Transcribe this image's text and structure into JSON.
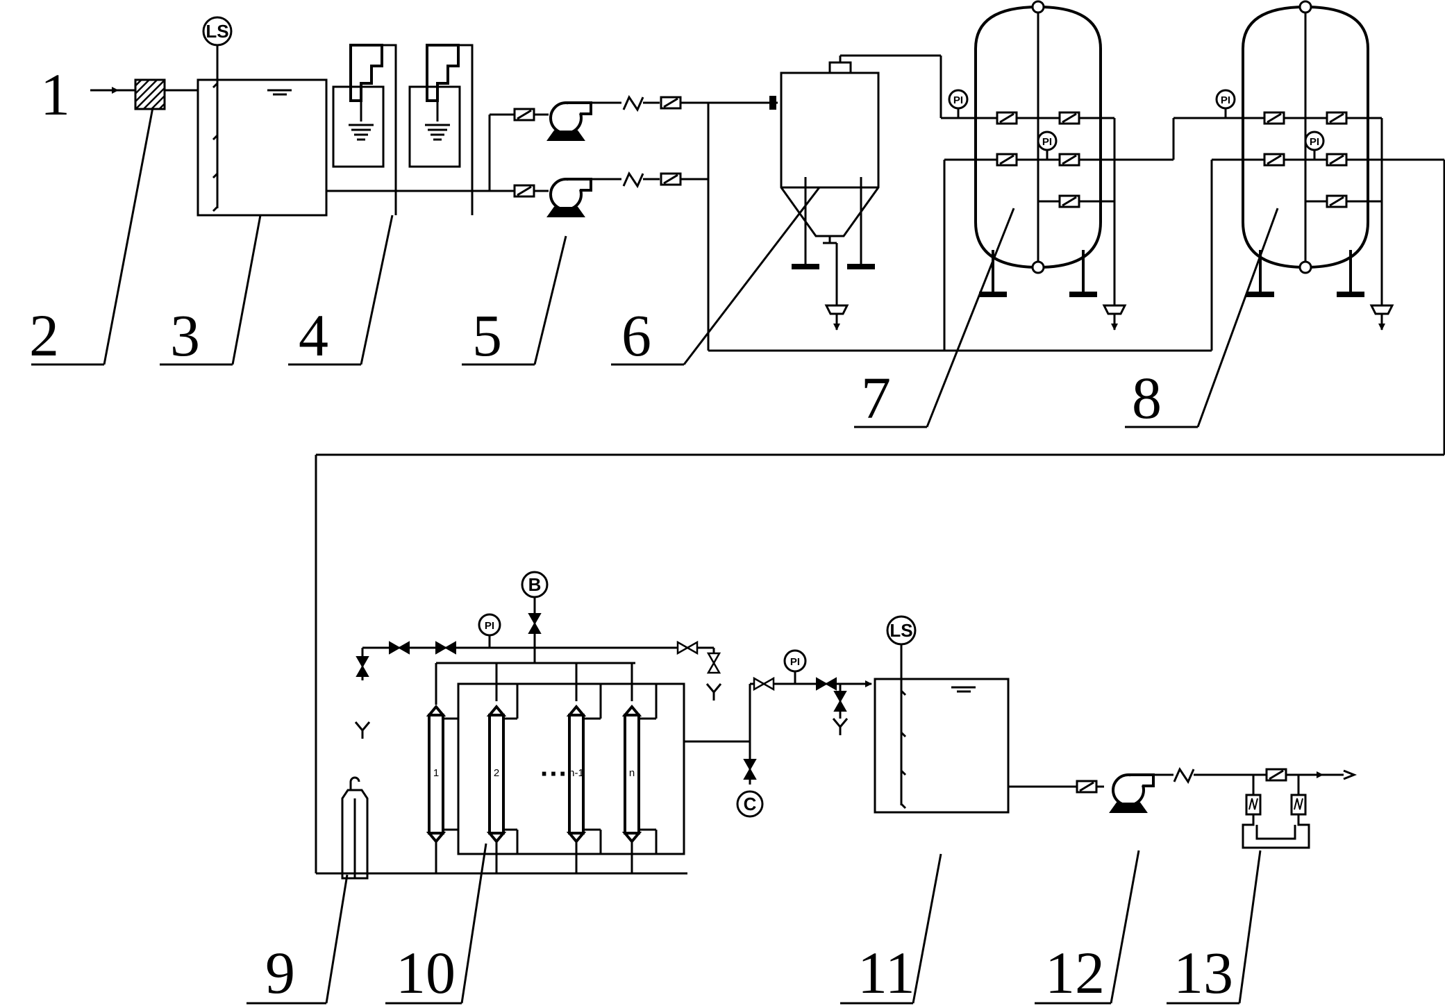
{
  "component_numbers": [
    "1",
    "2",
    "3",
    "4",
    "5",
    "6",
    "7",
    "8",
    "9",
    "10",
    "11",
    "12",
    "13"
  ],
  "instruments": {
    "level_switch_label": "LS",
    "pressure_label": "PI",
    "pressure_label_small": "PI",
    "inlet_b_label": "B",
    "outlet_c_label": "C"
  },
  "membrane_tubes": [
    "1",
    "2",
    "n-1",
    "n"
  ],
  "tube_ellipsis": "···"
}
